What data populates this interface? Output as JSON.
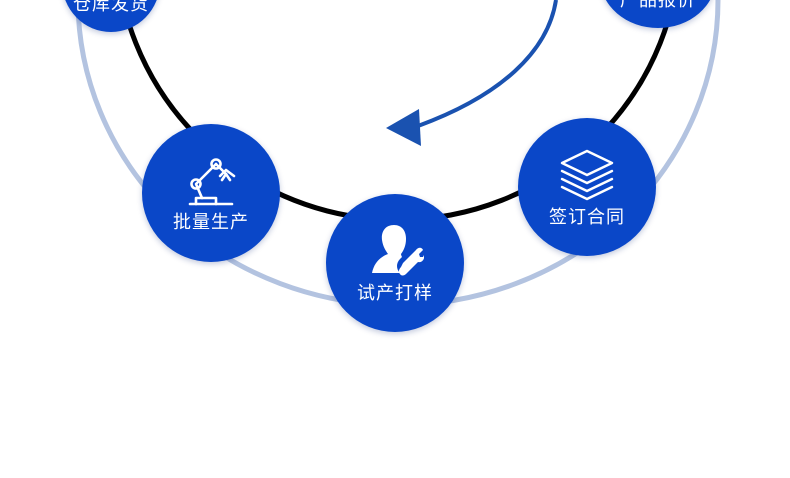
{
  "diagram": {
    "nodes": [
      {
        "id": "ship",
        "label": "仓库发货",
        "icon": "partial-cut-off"
      },
      {
        "id": "quote",
        "label": "产品报价",
        "icon": "partial-cut-off"
      },
      {
        "id": "batch",
        "label": "批量生产",
        "icon": "robot-arm-icon"
      },
      {
        "id": "trial",
        "label": "试产打样",
        "icon": "person-wrench-icon"
      },
      {
        "id": "sign",
        "label": "签订合同",
        "icon": "layers-stack-icon"
      }
    ],
    "colors": {
      "node_fill": "#0a47c8",
      "outer_ring": "#b3c3e0",
      "inner_ring": "#000000",
      "arrow": "#1a52b0"
    }
  }
}
